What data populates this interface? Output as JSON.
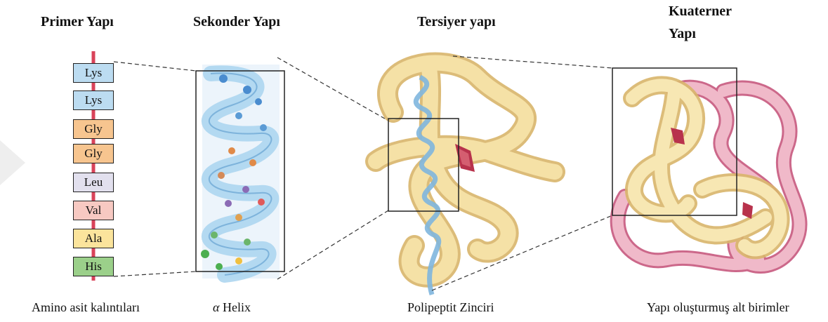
{
  "titles": {
    "primary": "Primer Yapı",
    "secondary": "Sekonder Yapı",
    "tertiary": "Tersiyer yapı",
    "quaternary_line1": "Kuaterner",
    "quaternary_line2": "Yapı"
  },
  "amino_acids": [
    {
      "label": "Lys",
      "color": "#bcdcf1"
    },
    {
      "label": "Lys",
      "color": "#bcdcf1"
    },
    {
      "label": "Gly",
      "color": "#f7c58f"
    },
    {
      "label": "Gly",
      "color": "#f7c58f"
    },
    {
      "label": "Leu",
      "color": "#e2e0ee"
    },
    {
      "label": "Val",
      "color": "#f7c9c2"
    },
    {
      "label": "Ala",
      "color": "#fbe49c"
    },
    {
      "label": "His",
      "color": "#9bd08a"
    }
  ],
  "captions": {
    "primary": "Amino asit kalıntıları",
    "secondary_symbol": "α",
    "secondary_text": "Helix",
    "tertiary": "Polipeptit Zinciri",
    "quaternary": "Yapı oluşturmuş alt birimler"
  },
  "colors": {
    "backbone": "#d9435a",
    "helix": "#a9d3ee",
    "chain": "#f5e1a6",
    "chain_shadow": "#d9b56b",
    "subunit": "#e8a3b8",
    "heme": "#b8324c"
  }
}
